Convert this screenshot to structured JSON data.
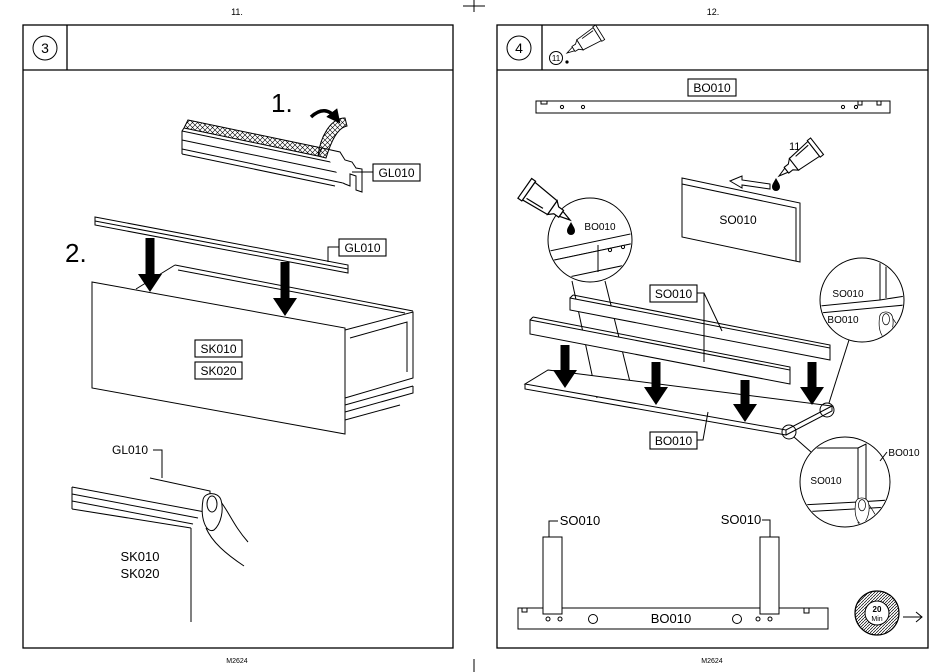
{
  "page_left": {
    "page_number": "11.",
    "footer_code": "M2624",
    "step_number": "3",
    "substep_1": "1.",
    "substep_2": "2.",
    "labels": {
      "rail_peel": "GL010",
      "rail_insert": "GL010",
      "drawer_front_a": "SK010",
      "drawer_front_b": "SK020",
      "detail_rail": "GL010",
      "detail_front_a": "SK010",
      "detail_front_b": "SK020"
    }
  },
  "page_right": {
    "page_number": "12.",
    "footer_code": "M2624",
    "step_number": "4",
    "glue_ref": "11",
    "labels": {
      "bottom_board": "BO010",
      "glue_callout": "11",
      "side_board_glue": "SO010",
      "zoom_glue_board": "BO010",
      "side_boards": "SO010",
      "base_board": "BO010",
      "zoom_top_side": "SO010",
      "zoom_top_base": "BO010",
      "zoom_bottom_side": "SO010",
      "zoom_bottom_base": "BO010",
      "final_side_left": "SO010",
      "final_side_right": "SO010",
      "final_base": "BO010"
    },
    "time_estimate": {
      "value": "20",
      "unit": "Min"
    }
  },
  "icons": {
    "glue": "glue-tube-icon",
    "clock": "clock-icon",
    "next": "arrow-right-icon",
    "hand": "hand-icon",
    "peel": "curved-arrow-icon"
  },
  "colors": {
    "ink": "#000000",
    "paper": "#ffffff"
  }
}
